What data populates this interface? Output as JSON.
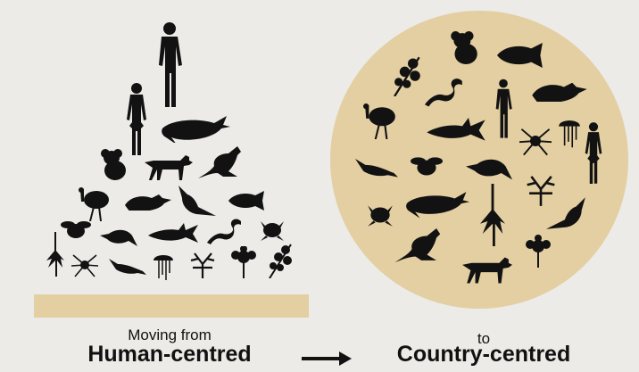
{
  "captions": {
    "from_small": "Moving from",
    "from_big": "Human-centred",
    "to_small": "to",
    "to_big": "Country-centred"
  },
  "colors": {
    "background": "#ecebe7",
    "sand": "#e3cfa2",
    "silhouette": "#121212"
  },
  "pyramid_figures": [
    "human-man-icon",
    "human-woman-icon",
    "whale-icon",
    "koala-icon",
    "dingo-icon",
    "kangaroo-icon",
    "emu-icon",
    "possum-icon",
    "cockatoo-icon",
    "fish-icon",
    "bee-icon",
    "platypus-icon",
    "shark-icon",
    "snake-icon",
    "frog-icon",
    "grass-tree-icon",
    "spider-icon",
    "lizard-icon",
    "jellyfish-icon",
    "coral-icon",
    "flower-icon",
    "wattle-icon"
  ],
  "circle_figures": [
    "koala-icon",
    "fish-icon",
    "wattle-icon",
    "snake-icon",
    "possum-icon",
    "emu-icon",
    "human-icon",
    "shark-icon",
    "spider-icon",
    "jellyfish-icon",
    "human-woman-icon",
    "lizard-icon",
    "bee-icon",
    "platypus-icon",
    "coral-icon",
    "frog-icon",
    "whale-icon",
    "grass-tree-icon",
    "cockatoo-icon",
    "kangaroo-icon",
    "dingo-icon",
    "flower-icon"
  ]
}
